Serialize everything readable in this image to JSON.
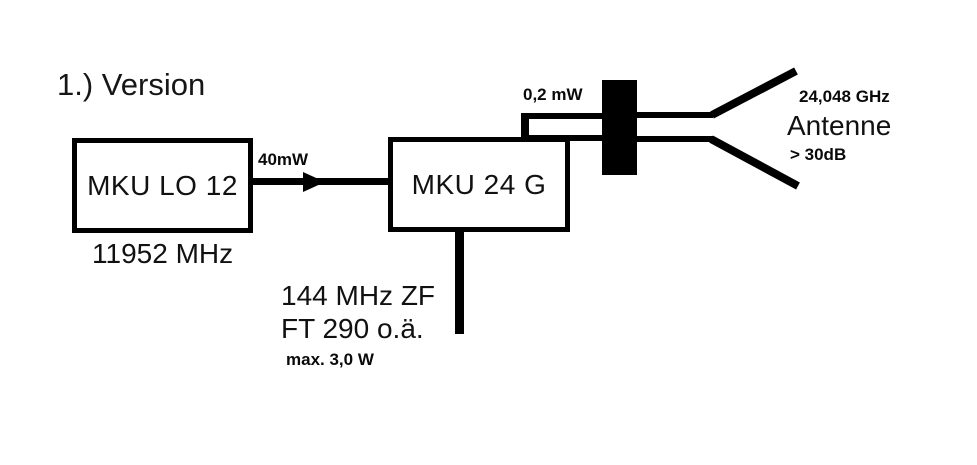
{
  "title": "1.) Version",
  "lo_block": {
    "label": "MKU LO 12",
    "freq": "11952 MHz"
  },
  "arrow": {
    "label": "40mW"
  },
  "mixer_block": {
    "label": "MKU 24 G"
  },
  "coupler": {
    "label": "0,2 mW"
  },
  "antenna": {
    "freq": "24,048 GHz",
    "label": "Antenne",
    "gain": "> 30dB"
  },
  "if_input": {
    "freq": "144 MHz ZF",
    "rig": "FT 290 o.ä.",
    "power": "max. 3,0 W"
  },
  "colors": {
    "ink": "#000000",
    "background": "#ffffff"
  }
}
